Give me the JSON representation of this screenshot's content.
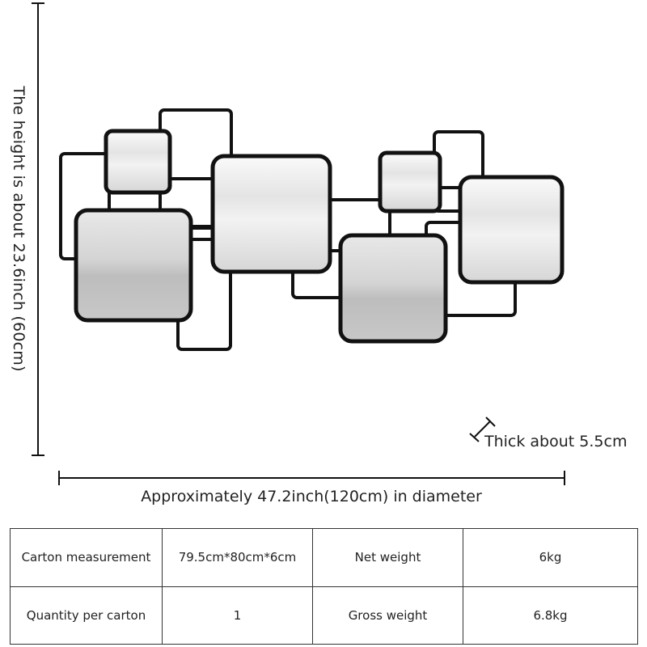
{
  "dimensions": {
    "height_label": "The height is about 23.6inch (60cm)",
    "width_label": "Approximately 47.2inch(120cm) in diameter",
    "thickness_label": "Thick about 5.5cm"
  },
  "specs": {
    "rows": [
      [
        "Carton measurement",
        "79.5cm*80cm*6cm",
        "Net weight",
        "6kg"
      ],
      [
        "Quantity per carton",
        "1",
        "Gross weight",
        "6.8kg"
      ]
    ]
  },
  "colors": {
    "frame": "#111111",
    "mirror_light": "#f4f4f4",
    "mirror_dark": "#c4c4c4"
  }
}
